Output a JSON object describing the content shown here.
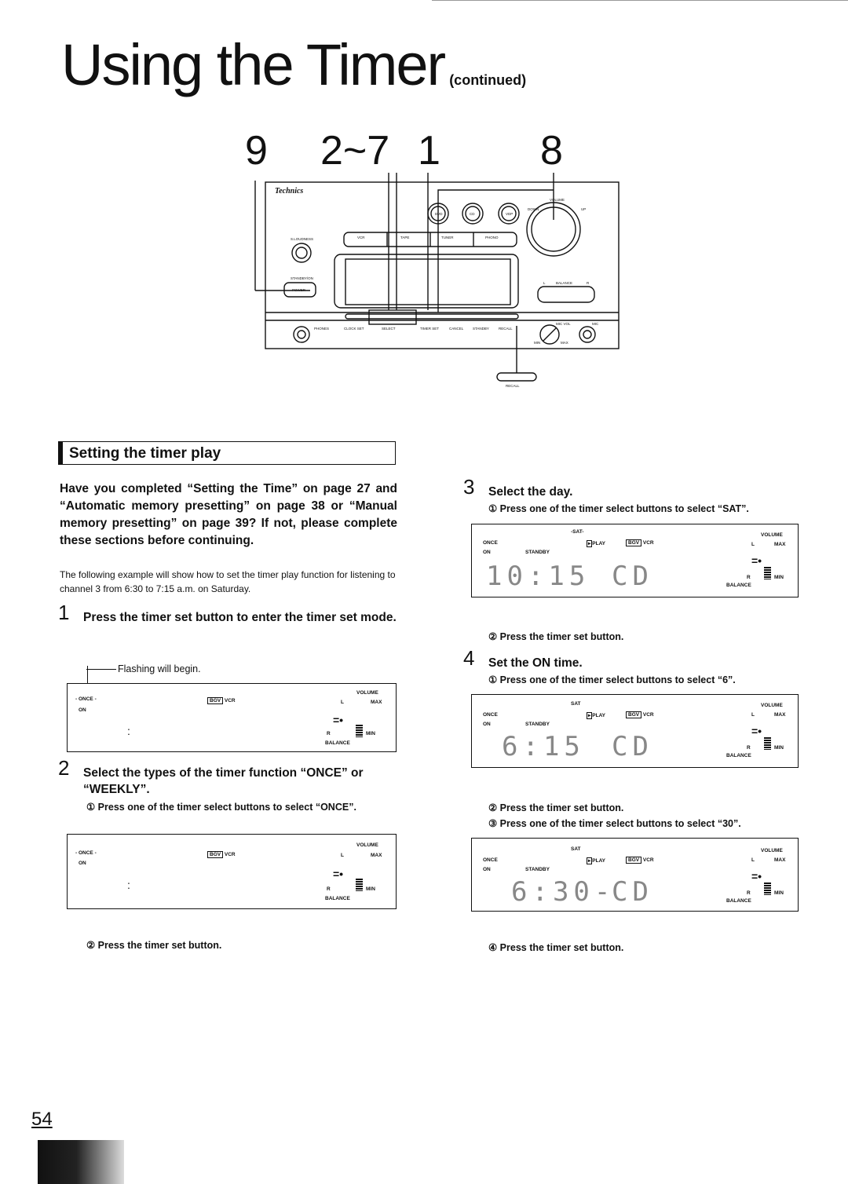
{
  "header": {
    "title": "Using the Timer",
    "continued": "(continued)"
  },
  "callouts": [
    "9",
    "2~7",
    "1",
    "8"
  ],
  "device": {
    "brand": "Technics",
    "volume": "VOLUME",
    "down": "DOWN",
    "up": "UP",
    "s_loudness": "S.LOUDNESS",
    "standby_on": "STANDBY/ON",
    "power": "POWER",
    "selectors": [
      "VCR",
      "TAPE",
      "TUNER",
      "PHONO"
    ],
    "disc_buttons": [
      "DVD",
      "CD",
      "VDP"
    ],
    "balance": "BALANCE",
    "balance_l": "L",
    "balance_r": "R",
    "bottom_row": [
      "PHONES",
      "CLOCK SET",
      "SELECT",
      "TIMER SET",
      "CANCEL",
      "STANDBY",
      "RECALL"
    ],
    "mic_vol": "MIC VOL",
    "mic": "MIC",
    "min": "MIN",
    "max": "MAX",
    "recall_label": "RECALL"
  },
  "section": {
    "title": "Setting the timer play",
    "intro": "Have you completed “Setting the Time” on page 27 and “Automatic memory presetting” on page 38 or “Manual memory presetting” on page 39? If not, please complete these sections before continuing.",
    "note": "The following example will show how to set the timer play function for listening to channel 3 from 6:30 to 7:15 a.m. on Saturday."
  },
  "steps": {
    "s1": {
      "num": "1",
      "text": "Press the timer set button to enter the timer set mode.",
      "callout": "Flashing will begin."
    },
    "s2": {
      "num": "2",
      "text": "Select the types of the timer function “ONCE” or “WEEKLY”.",
      "a": "① Press one of the timer select buttons to select “ONCE”.",
      "b": "② Press the timer set button."
    },
    "s3": {
      "num": "3",
      "text": "Select the day.",
      "a": "① Press one of the timer select buttons to select “SAT”.",
      "b": "② Press the timer set button."
    },
    "s4": {
      "num": "4",
      "text": "Set the ON time.",
      "a": "① Press one of the timer select buttons to select “6”.",
      "b": "② Press the timer set button.",
      "c": "③ Press one of the timer select buttons to select “30”.",
      "d": "④ Press the timer set button."
    }
  },
  "lcd": {
    "once": "ONCE",
    "on": "ON",
    "standby": "STANDBY",
    "sat": "SAT",
    "play": "PLAY",
    "bgv": "BGV",
    "vcr": "VCR",
    "volume": "VOLUME",
    "l": "L",
    "r": "R",
    "max": "MAX",
    "min": "MIN",
    "balance": "BALANCE",
    "d3_time": "10:15",
    "d3_src": "CD",
    "d4_time": "6:15",
    "d4_src": "CD",
    "d5_time": "6:30-",
    "d5_src": "CD"
  },
  "page": {
    "number": "54"
  }
}
